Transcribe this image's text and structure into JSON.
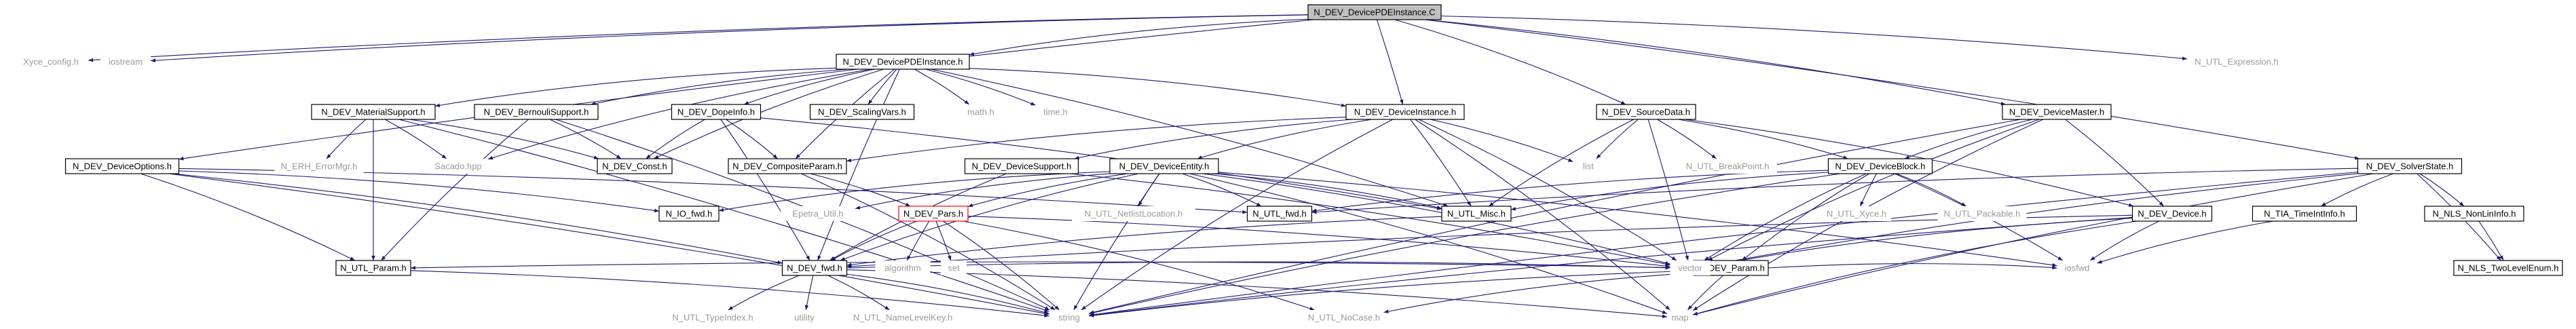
{
  "colors": {
    "edge": "#191970",
    "box_stroke": "#000000",
    "box_fill": "#ffffff",
    "root_fill": "#bfbfbf",
    "missing_text": "#999999",
    "broken_stroke": "#ff0000"
  },
  "nodes": [
    {
      "id": "root",
      "label": "N_DEV_DevicePDEInstance.C",
      "kind": "root"
    },
    {
      "id": "xyce_config",
      "label": "Xyce_config.h",
      "kind": "missing"
    },
    {
      "id": "iostream",
      "label": "iostream",
      "kind": "missing"
    },
    {
      "id": "pde_instance_h",
      "label": "N_DEV_DevicePDEInstance.h",
      "kind": "box"
    },
    {
      "id": "device_instance_h",
      "label": "N_DEV_DeviceInstance.h",
      "kind": "box"
    },
    {
      "id": "source_data_h",
      "label": "N_DEV_SourceData.h",
      "kind": "box"
    },
    {
      "id": "device_master_h",
      "label": "N_DEV_DeviceMaster.h",
      "kind": "box"
    },
    {
      "id": "utl_expression",
      "label": "N_UTL_Expression.h",
      "kind": "missing"
    },
    {
      "id": "device_options_h",
      "label": "N_DEV_DeviceOptions.h",
      "kind": "box"
    },
    {
      "id": "material_support_h",
      "label": "N_DEV_MaterialSupport.h",
      "kind": "box"
    },
    {
      "id": "bernouli_support_h",
      "label": "N_DEV_BernouliSupport.h",
      "kind": "box"
    },
    {
      "id": "dope_info_h",
      "label": "N_DEV_DopeInfo.h",
      "kind": "box"
    },
    {
      "id": "scaling_vars_h",
      "label": "N_DEV_ScalingVars.h",
      "kind": "box"
    },
    {
      "id": "math_h",
      "label": "math.h",
      "kind": "missing"
    },
    {
      "id": "time_h",
      "label": "time.h",
      "kind": "missing"
    },
    {
      "id": "erh_errormgr",
      "label": "N_ERH_ErrorMgr.h",
      "kind": "missing"
    },
    {
      "id": "sacado",
      "label": "Sacado.hpp",
      "kind": "missing"
    },
    {
      "id": "dev_const_h",
      "label": "N_DEV_Const.h",
      "kind": "box"
    },
    {
      "id": "composite_param_h",
      "label": "N_DEV_CompositeParam.h",
      "kind": "box"
    },
    {
      "id": "device_support_h",
      "label": "N_DEV_DeviceSupport.h",
      "kind": "box"
    },
    {
      "id": "device_entity_h",
      "label": "N_DEV_DeviceEntity.h",
      "kind": "box"
    },
    {
      "id": "list",
      "label": "list",
      "kind": "missing"
    },
    {
      "id": "utl_breakpoint",
      "label": "N_UTL_BreakPoint.h",
      "kind": "missing"
    },
    {
      "id": "device_block_h",
      "label": "N_DEV_DeviceBlock.h",
      "kind": "box"
    },
    {
      "id": "solver_state_h",
      "label": "N_DEV_SolverState.h",
      "kind": "box"
    },
    {
      "id": "io_fwd_h",
      "label": "N_IO_fwd.h",
      "kind": "box"
    },
    {
      "id": "epetra_util",
      "label": "Epetra_Util.h",
      "kind": "missing"
    },
    {
      "id": "dev_pars_h",
      "label": "N_DEV_Pars.h",
      "kind": "broken"
    },
    {
      "id": "utl_netlist_location",
      "label": "N_UTL_NetlistLocation.h",
      "kind": "missing"
    },
    {
      "id": "utl_fwd_h",
      "label": "N_UTL_fwd.h",
      "kind": "box"
    },
    {
      "id": "utl_misc_h",
      "label": "N_UTL_Misc.h",
      "kind": "box"
    },
    {
      "id": "utl_xyce",
      "label": "N_UTL_Xyce.h",
      "kind": "missing"
    },
    {
      "id": "utl_packable",
      "label": "N_UTL_Packable.h",
      "kind": "missing"
    },
    {
      "id": "dev_param_h",
      "label": "N_DEV_Param.h",
      "kind": "box"
    },
    {
      "id": "dev_device_h",
      "label": "N_DEV_Device.h",
      "kind": "box"
    },
    {
      "id": "tia_timeintinfo_h",
      "label": "N_TIA_TimeIntInfo.h",
      "kind": "box"
    },
    {
      "id": "nls_nonlininfo_h",
      "label": "N_NLS_NonLinInfo.h",
      "kind": "box"
    },
    {
      "id": "utl_param_h",
      "label": "N_UTL_Param.h",
      "kind": "box"
    },
    {
      "id": "dev_fwd_h",
      "label": "N_DEV_fwd.h",
      "kind": "box"
    },
    {
      "id": "algorithm",
      "label": "algorithm",
      "kind": "missing"
    },
    {
      "id": "set",
      "label": "set",
      "kind": "missing"
    },
    {
      "id": "vector",
      "label": "vector",
      "kind": "missing"
    },
    {
      "id": "iosfwd",
      "label": "iosfwd",
      "kind": "missing"
    },
    {
      "id": "nls_twolevelenum_h",
      "label": "N_NLS_TwoLevelEnum.h",
      "kind": "box"
    },
    {
      "id": "utl_typeindex",
      "label": "N_UTL_TypeIndex.h",
      "kind": "missing"
    },
    {
      "id": "utility",
      "label": "utility",
      "kind": "missing"
    },
    {
      "id": "utl_namelevelkey",
      "label": "N_UTL_NameLevelKey.h",
      "kind": "missing"
    },
    {
      "id": "string",
      "label": "string",
      "kind": "missing"
    },
    {
      "id": "utl_nocase",
      "label": "N_UTL_NoCase.h",
      "kind": "missing"
    },
    {
      "id": "map",
      "label": "map",
      "kind": "missing"
    }
  ],
  "edges": [
    [
      "root",
      "xyce_config"
    ],
    [
      "root",
      "iostream"
    ],
    [
      "root",
      "pde_instance_h"
    ],
    [
      "root",
      "device_instance_h"
    ],
    [
      "root",
      "source_data_h"
    ],
    [
      "root",
      "device_master_h"
    ],
    [
      "root",
      "utl_expression"
    ],
    [
      "root",
      "solver_state_h"
    ],
    [
      "root",
      "device_options_h"
    ],
    [
      "pde_instance_h",
      "material_support_h"
    ],
    [
      "pde_instance_h",
      "bernouli_support_h"
    ],
    [
      "pde_instance_h",
      "dope_info_h"
    ],
    [
      "pde_instance_h",
      "scaling_vars_h"
    ],
    [
      "pde_instance_h",
      "math_h"
    ],
    [
      "pde_instance_h",
      "time_h"
    ],
    [
      "pde_instance_h",
      "device_instance_h"
    ],
    [
      "pde_instance_h",
      "sacado"
    ],
    [
      "pde_instance_h",
      "dev_const_h"
    ],
    [
      "pde_instance_h",
      "utl_misc_h"
    ],
    [
      "pde_instance_h",
      "composite_param_h"
    ],
    [
      "pde_instance_h",
      "dev_fwd_h"
    ],
    [
      "material_support_h",
      "erh_errormgr"
    ],
    [
      "material_support_h",
      "sacado"
    ],
    [
      "material_support_h",
      "dev_const_h"
    ],
    [
      "material_support_h",
      "utl_param_h"
    ],
    [
      "material_support_h",
      "string"
    ],
    [
      "bernouli_support_h",
      "dev_const_h"
    ],
    [
      "bernouli_support_h",
      "utl_param_h"
    ],
    [
      "bernouli_support_h",
      "string"
    ],
    [
      "dope_info_h",
      "dev_const_h"
    ],
    [
      "dope_info_h",
      "composite_param_h"
    ],
    [
      "dope_info_h",
      "utl_misc_h"
    ],
    [
      "dope_info_h",
      "dev_fwd_h"
    ],
    [
      "composite_param_h",
      "dev_pars_h"
    ],
    [
      "composite_param_h",
      "string"
    ],
    [
      "device_instance_h",
      "device_support_h"
    ],
    [
      "device_instance_h",
      "device_entity_h"
    ],
    [
      "device_instance_h",
      "utl_misc_h"
    ],
    [
      "device_instance_h",
      "list"
    ],
    [
      "device_instance_h",
      "vector"
    ],
    [
      "device_instance_h",
      "map"
    ],
    [
      "device_instance_h",
      "string"
    ],
    [
      "device_instance_h",
      "composite_param_h"
    ],
    [
      "source_data_h",
      "list"
    ],
    [
      "source_data_h",
      "utl_breakpoint"
    ],
    [
      "source_data_h",
      "device_block_h"
    ],
    [
      "source_data_h",
      "utl_misc_h"
    ],
    [
      "source_data_h",
      "vector"
    ],
    [
      "source_data_h",
      "dev_device_h"
    ],
    [
      "device_master_h",
      "device_block_h"
    ],
    [
      "device_master_h",
      "dev_device_h"
    ],
    [
      "device_master_h",
      "vector"
    ],
    [
      "device_master_h",
      "map"
    ],
    [
      "device_master_h",
      "string"
    ],
    [
      "solver_state_h",
      "tia_timeintinfo_h"
    ],
    [
      "solver_state_h",
      "nls_nonlininfo_h"
    ],
    [
      "solver_state_h",
      "nls_twolevelenum_h"
    ],
    [
      "solver_state_h",
      "utl_fwd_h"
    ],
    [
      "solver_state_h",
      "vector"
    ],
    [
      "solver_state_h",
      "string"
    ],
    [
      "solver_state_h",
      "map"
    ],
    [
      "device_options_h",
      "io_fwd_h"
    ],
    [
      "device_options_h",
      "utl_fwd_h"
    ],
    [
      "device_options_h",
      "utl_param_h"
    ],
    [
      "device_options_h",
      "dev_fwd_h"
    ],
    [
      "device_options_h",
      "string"
    ],
    [
      "device_support_h",
      "dev_fwd_h"
    ],
    [
      "device_support_h",
      "vector"
    ],
    [
      "device_entity_h",
      "epetra_util"
    ],
    [
      "device_entity_h",
      "dev_pars_h"
    ],
    [
      "device_entity_h",
      "utl_netlist_location"
    ],
    [
      "device_entity_h",
      "utl_fwd_h"
    ],
    [
      "device_entity_h",
      "utl_misc_h"
    ],
    [
      "device_entity_h",
      "io_fwd_h"
    ],
    [
      "device_entity_h",
      "dev_fwd_h"
    ],
    [
      "device_entity_h",
      "vector"
    ],
    [
      "device_entity_h",
      "map"
    ],
    [
      "device_entity_h",
      "string"
    ],
    [
      "device_entity_h",
      "iosfwd"
    ],
    [
      "dev_pars_h",
      "algorithm"
    ],
    [
      "dev_pars_h",
      "set"
    ],
    [
      "dev_pars_h",
      "string"
    ],
    [
      "dev_pars_h",
      "vector"
    ],
    [
      "dev_pars_h",
      "utl_nocase"
    ],
    [
      "dev_pars_h",
      "dev_fwd_h"
    ],
    [
      "device_block_h",
      "utl_misc_h"
    ],
    [
      "device_block_h",
      "utl_xyce"
    ],
    [
      "device_block_h",
      "utl_packable"
    ],
    [
      "device_block_h",
      "dev_param_h"
    ],
    [
      "device_block_h",
      "iosfwd"
    ],
    [
      "device_block_h",
      "vector"
    ],
    [
      "device_block_h",
      "string"
    ],
    [
      "device_block_h",
      "utl_fwd_h"
    ],
    [
      "dev_param_h",
      "utl_param_h"
    ],
    [
      "dev_param_h",
      "vector"
    ],
    [
      "dev_param_h",
      "string"
    ],
    [
      "dev_param_h",
      "map"
    ],
    [
      "dev_param_h",
      "utl_nocase"
    ],
    [
      "dev_param_h",
      "iosfwd"
    ],
    [
      "dev_device_h",
      "vector"
    ],
    [
      "dev_device_h",
      "string"
    ],
    [
      "dev_device_h",
      "map"
    ],
    [
      "dev_device_h",
      "iosfwd"
    ],
    [
      "dev_device_h",
      "dev_fwd_h"
    ],
    [
      "tia_timeintinfo_h",
      "iosfwd"
    ],
    [
      "nls_nonlininfo_h",
      "nls_twolevelenum_h"
    ],
    [
      "utl_misc_h",
      "dev_fwd_h"
    ],
    [
      "dev_fwd_h",
      "utl_typeindex"
    ],
    [
      "dev_fwd_h",
      "utility"
    ],
    [
      "dev_fwd_h",
      "utl_namelevelkey"
    ],
    [
      "dev_fwd_h",
      "string"
    ],
    [
      "dev_fwd_h",
      "vector"
    ],
    [
      "dev_fwd_h",
      "map"
    ],
    [
      "utl_param_h",
      "string"
    ]
  ]
}
